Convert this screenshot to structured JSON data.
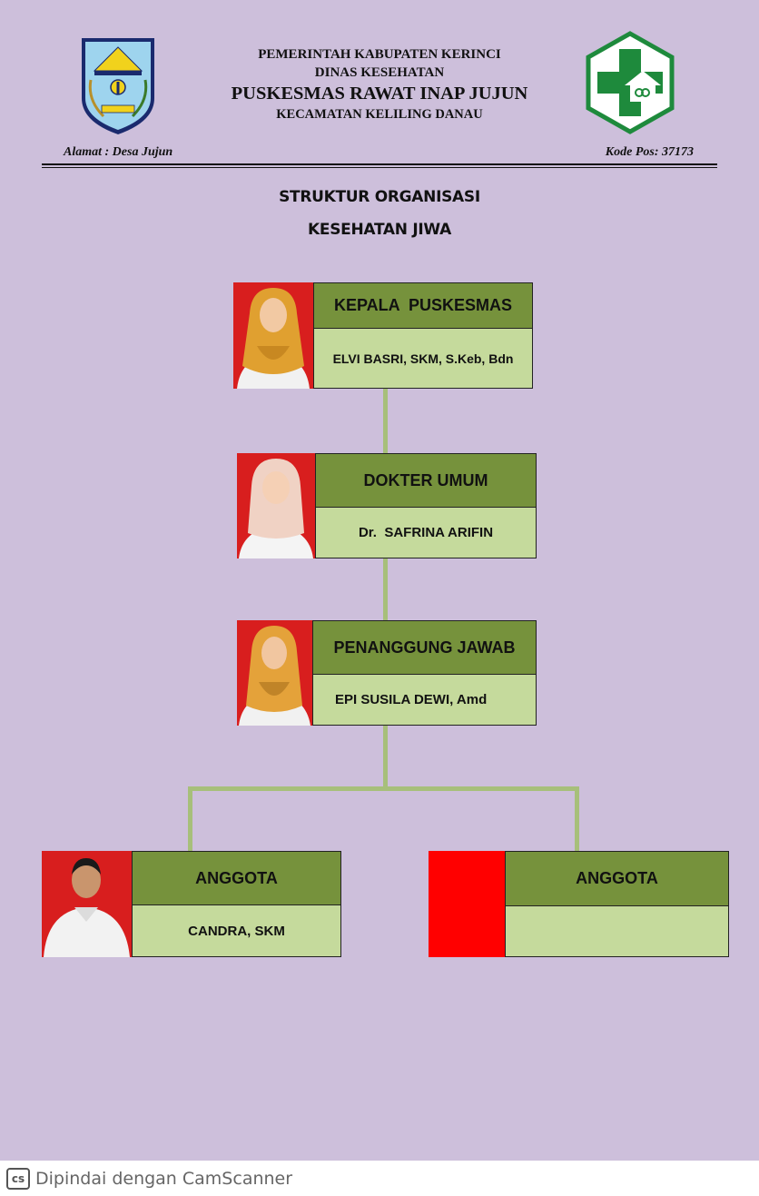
{
  "header": {
    "line1": "PEMERINTAH KABUPATEN KERINCI",
    "line2": "DINAS KESEHATAN",
    "line3": "PUSKESMAS RAWAT INAP JUJUN",
    "line4": "KECAMATAN KELILING DANAU",
    "address": "Alamat : Desa Jujun",
    "postal_code": "Kode Pos: 37173",
    "left_logo_icon": "kerinci-regency-emblem-icon",
    "right_logo_icon": "puskesmas-cross-logo-icon"
  },
  "title": {
    "line1": "STRUKTUR ORGANISASI",
    "line2": "KESEHATAN JIWA"
  },
  "colors": {
    "background": "#cdbfdb",
    "role_fill": "#76923c",
    "name_fill": "#c5da9c",
    "photo_background": "#e01818",
    "connector": "#a7bf7a"
  },
  "org": {
    "head": {
      "role": "KEPALA  PUSKESMAS",
      "name": "ELVI BASRI, SKM, S.Keb, Bdn"
    },
    "doctor": {
      "role": "DOKTER UMUM",
      "name": "Dr.  SAFRINA ARIFIN"
    },
    "responsible": {
      "role": "PENANGGUNG JAWAB",
      "name": "EPI SUSILA DEWI, Amd"
    },
    "member1": {
      "role": "ANGGOTA",
      "name": "CANDRA, SKM"
    },
    "member2": {
      "role": "ANGGOTA",
      "name": ""
    }
  },
  "footer": {
    "icon": "cs",
    "text": "Dipindai dengan CamScanner"
  }
}
